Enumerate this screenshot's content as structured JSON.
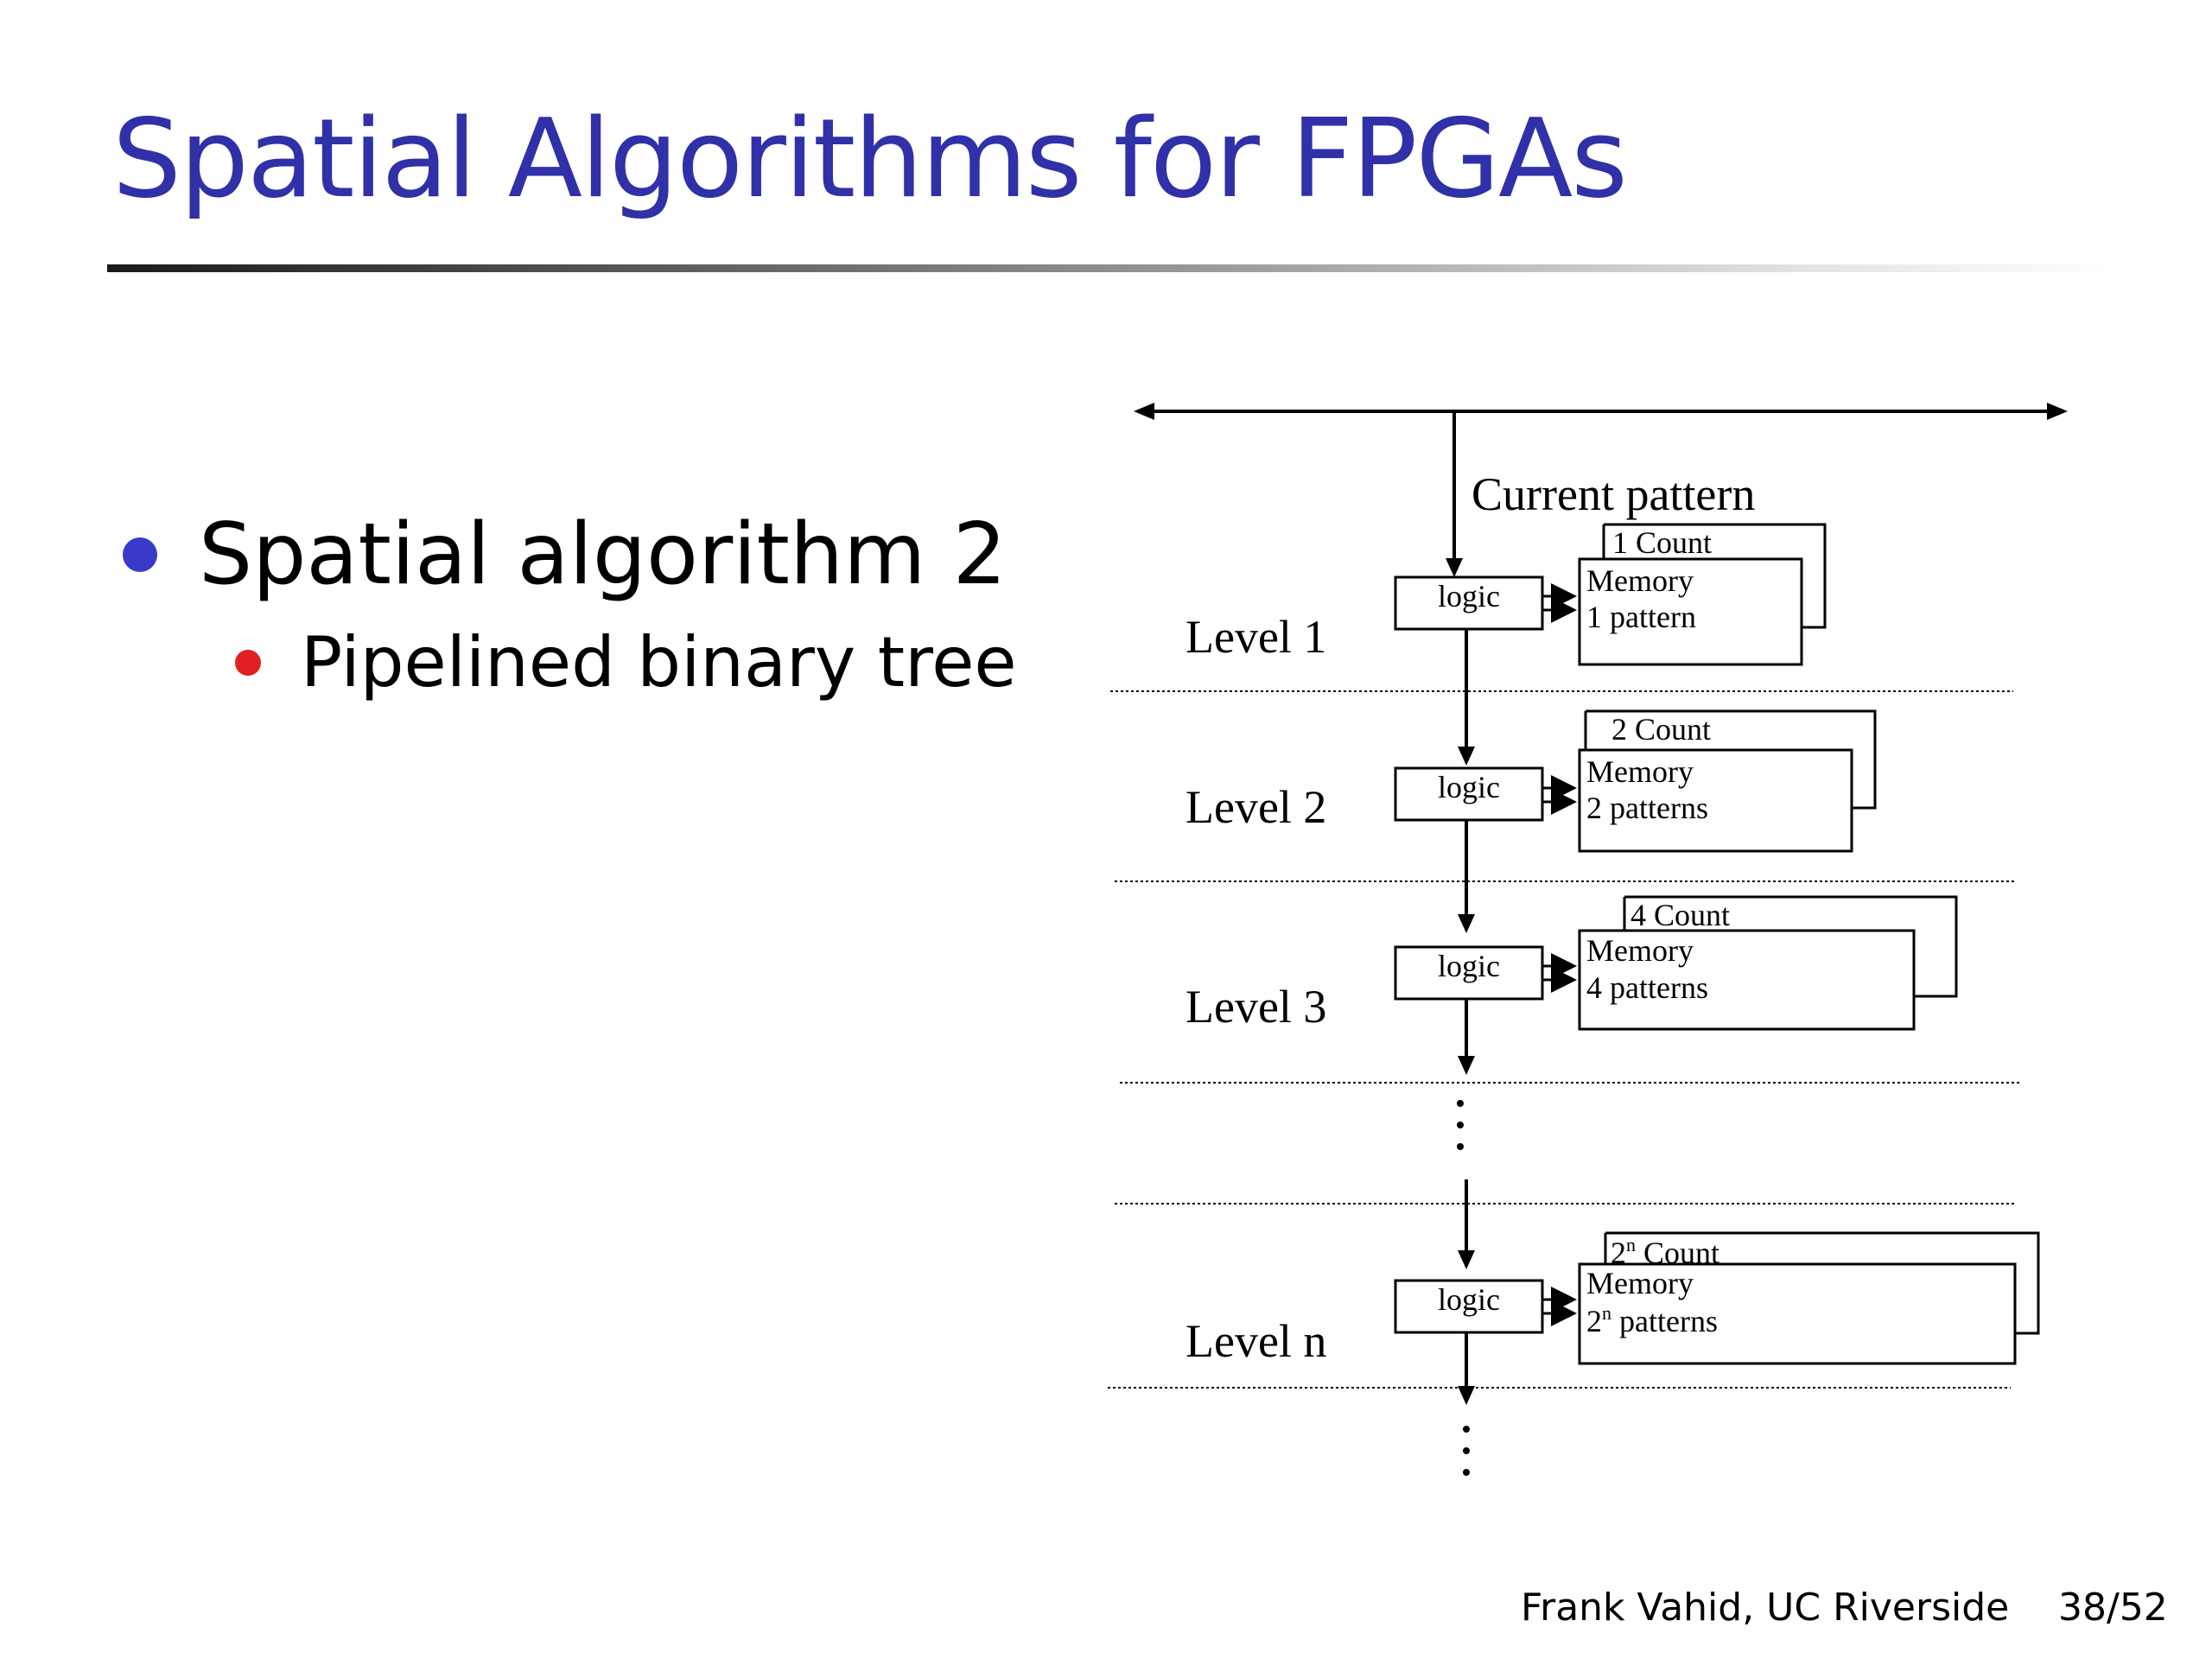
{
  "slide": {
    "title": "Spatial Algorithms for FPGAs",
    "bullets": {
      "level1": "Spatial algorithm 2",
      "level2": "Pipelined binary tree"
    },
    "footer": {
      "author": "Frank Vahid, UC Riverside",
      "page": "38/52"
    }
  },
  "diagram": {
    "top_label": "Current pattern",
    "levels": [
      {
        "label": "Level 1",
        "logic": "logic",
        "count": "1 Count",
        "memory": "Memory",
        "patterns": "1 pattern"
      },
      {
        "label": "Level 2",
        "logic": "logic",
        "count": "2 Count",
        "memory": "Memory",
        "patterns": "2 patterns"
      },
      {
        "label": "Level 3",
        "logic": "logic",
        "count": "4 Count",
        "memory": "Memory",
        "patterns": "4 patterns"
      },
      {
        "label": "Level n",
        "logic": "logic",
        "count_base": "2",
        "count_exp": "n",
        "count_rest": " Count",
        "memory": "Memory",
        "patterns_base": "2",
        "patterns_exp": "n",
        "patterns_rest": " patterns"
      }
    ]
  },
  "colors": {
    "title": "#3030a8",
    "bullet_level1": "#3a3ac8",
    "bullet_level2": "#e02020"
  }
}
